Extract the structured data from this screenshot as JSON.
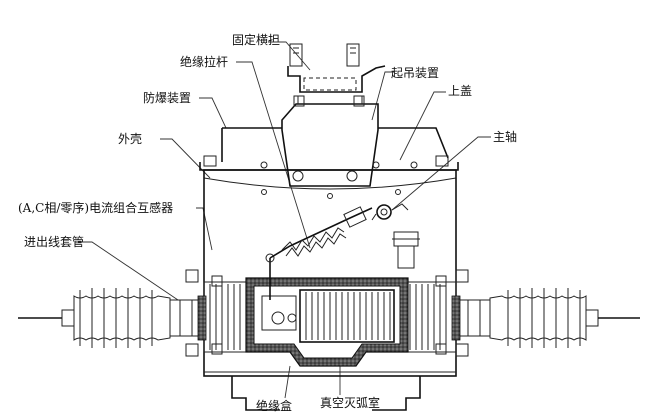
{
  "labels": {
    "fixed_bracket": "固定横担",
    "insulating_rod": "绝缘拉杆",
    "lifting_device": "起吊装置",
    "explosion_proof": "防爆装置",
    "top_cover": "上盖",
    "main_shaft": "主轴",
    "housing": "外壳",
    "current_transformer": "(A,C相/零序)电流组合互感器",
    "bushing": "进出线套管",
    "insulating_box": "绝缘盒",
    "vacuum_interrupter": "真空灭弧室"
  }
}
